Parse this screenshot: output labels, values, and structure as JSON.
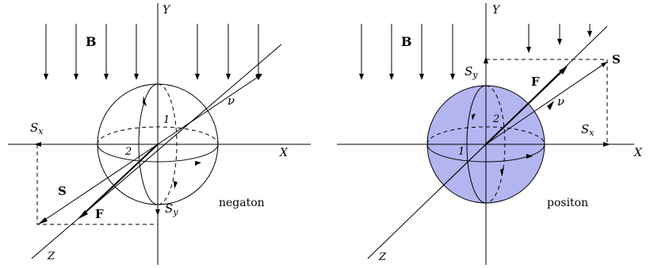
{
  "diagrams": [
    {
      "id": "negaton",
      "caption": "negaton",
      "field_label": "B",
      "axis_labels": {
        "x": "X",
        "y": "Y",
        "z": "Z"
      },
      "vector_labels": {
        "force": "F",
        "spin": "S",
        "nu": "ν"
      },
      "component_labels": {
        "sx_main": "S",
        "sx_sub": "x",
        "sy_main": "S",
        "sy_sub": "y"
      },
      "point_labels": {
        "one": "1",
        "two": "2"
      },
      "sphere_fill": "#ffffff"
    },
    {
      "id": "positon",
      "caption": "positon",
      "field_label": "B",
      "axis_labels": {
        "x": "X",
        "y": "Y",
        "z": "Z"
      },
      "vector_labels": {
        "force": "F",
        "spin": "S",
        "nu": "ν"
      },
      "component_labels": {
        "sx_main": "S",
        "sx_sub": "x",
        "sy_main": "S",
        "sy_sub": "y"
      },
      "point_labels": {
        "one": "1",
        "two": "2"
      },
      "sphere_fill": "#b3b5f0"
    }
  ]
}
